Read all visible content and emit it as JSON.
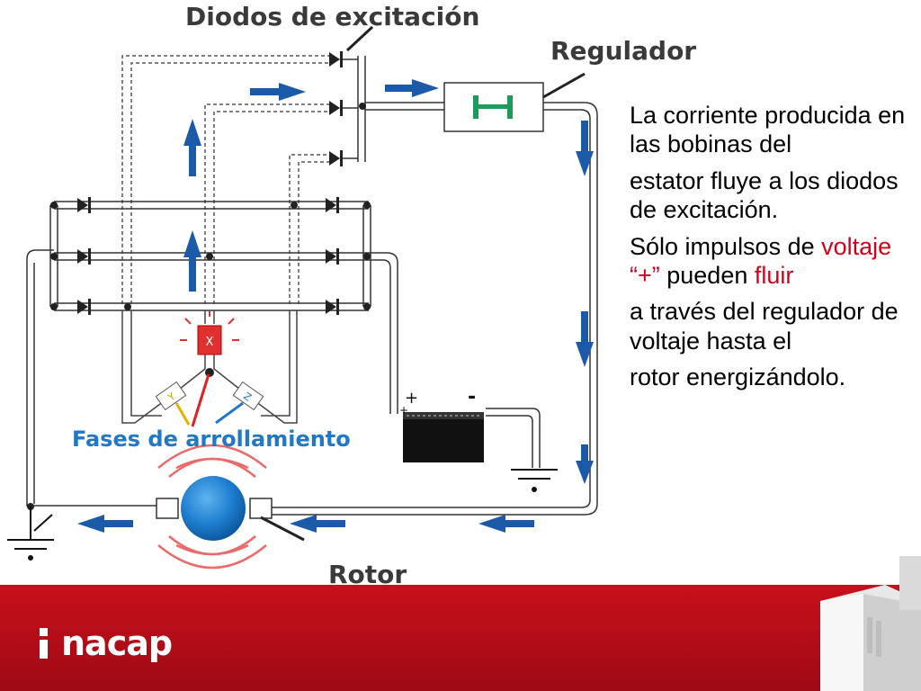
{
  "diagram": {
    "labels": {
      "diodos": "Diodos de excitación",
      "regulador": "Regulador",
      "fases": "Fases de arrollamiento",
      "rotor": "Rotor"
    },
    "phase_x": "X",
    "phase_y": "Y",
    "phase_z": "Z",
    "battery_plus": "+",
    "battery_minus": "-",
    "battery_plus_small": "+"
  },
  "text_panel": {
    "line1": "La corriente producida en las bobinas del",
    "line2": "estator fluye a los diodos de excitación.",
    "line3_a": "Sólo impulsos de ",
    "line3_red1": "voltaje “+”",
    "line3_b": " pueden ",
    "line3_red2": "fluir",
    "line4": "a través del regulador de voltaje hasta el",
    "line5": "rotor energizándolo."
  },
  "footer": {
    "logo_text": "nacap"
  },
  "colors": {
    "arrow_blue": "#1a5aa8",
    "red_text": "#d0021b",
    "regulator_green": "#1e9a5a",
    "footer_red": "#c0101a",
    "label_blue": "#1f78c8"
  }
}
